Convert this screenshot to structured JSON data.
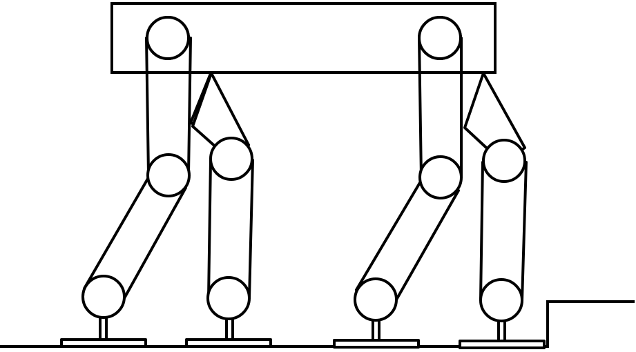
{
  "diagram": {
    "parts": {
      "body": "body",
      "legs": [
        {
          "name": "front-leg-rear"
        },
        {
          "name": "front-leg-front"
        },
        {
          "name": "hind-leg-rear"
        },
        {
          "name": "hind-leg-front"
        }
      ],
      "terrain": [
        "ground",
        "step"
      ]
    },
    "colors": {
      "stroke": "#000000",
      "fill": "#ffffff"
    }
  }
}
